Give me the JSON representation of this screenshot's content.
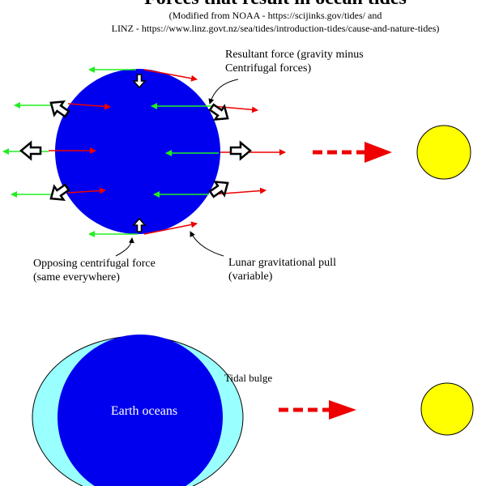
{
  "title": "Forces that result in ocean tides",
  "source_line_1": "(Modified from NOAA - https://scijinks.gov/tides/ and",
  "source_line_2": "LINZ - https://www.linz.govt.nz/sea/tides/introduction-tides/cause-and-nature-tides)",
  "labels": {
    "resultant_line_1": "Resultant force (gravity minus",
    "resultant_line_2": "Centrifugal forces)",
    "opposing_line_1": "Opposing centrifugal force",
    "opposing_line_2": "(same everywhere)",
    "lunar_line_1": "Lunar gravitational pull",
    "lunar_line_2": "(variable)",
    "tidal_bulge": "Tidal bulge",
    "earth_oceans": "Earth oceans"
  },
  "colors": {
    "earth": "#0000ee",
    "ocean_bulge": "#99ffff",
    "moon": "#ffff00",
    "centrifugal_arrow": "#22ee22",
    "gravity_arrow": "#ee0000",
    "dashed_arrow": "#ee0000"
  }
}
